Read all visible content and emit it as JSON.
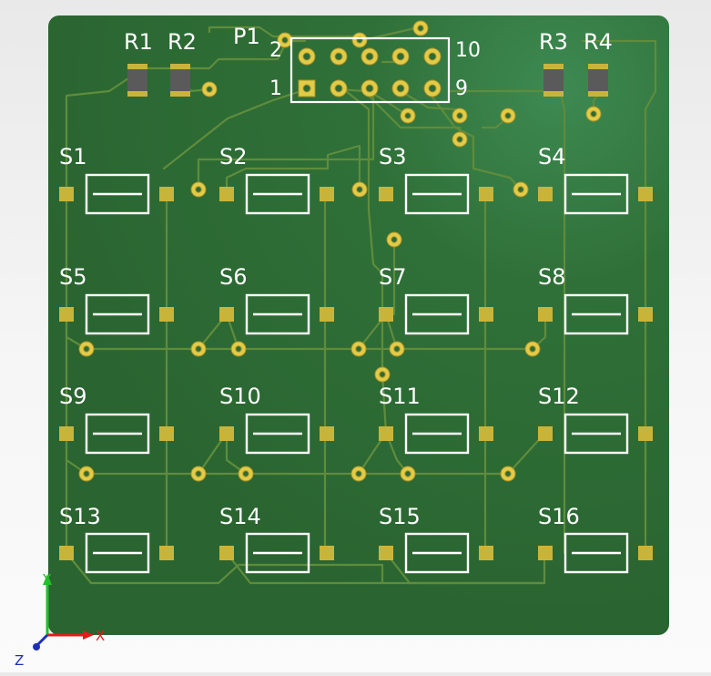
{
  "board": {
    "designators": {
      "R1": "R1",
      "R2": "R2",
      "R3": "R3",
      "R4": "R4",
      "P1": "P1",
      "S1": "S1",
      "S2": "S2",
      "S3": "S3",
      "S4": "S4",
      "S5": "S5",
      "S6": "S6",
      "S7": "S7",
      "S8": "S8",
      "S9": "S9",
      "S10": "S10",
      "S11": "S11",
      "S12": "S12",
      "S13": "S13",
      "S14": "S14",
      "S15": "S15",
      "S16": "S16"
    },
    "header_pin_labels": {
      "pin1": "1",
      "pin2": "2",
      "pin9": "9",
      "pin10": "10"
    }
  },
  "axes": {
    "x": "X",
    "y": "Y",
    "z": "Z"
  },
  "colors": {
    "board": "#2e6b34",
    "trace": "#5d8a3a",
    "pad": "#c9b43a",
    "silk": "#ffffff",
    "x_axis": "#e21b1b",
    "y_axis": "#22c02a",
    "z_axis": "#1c2fb6"
  }
}
